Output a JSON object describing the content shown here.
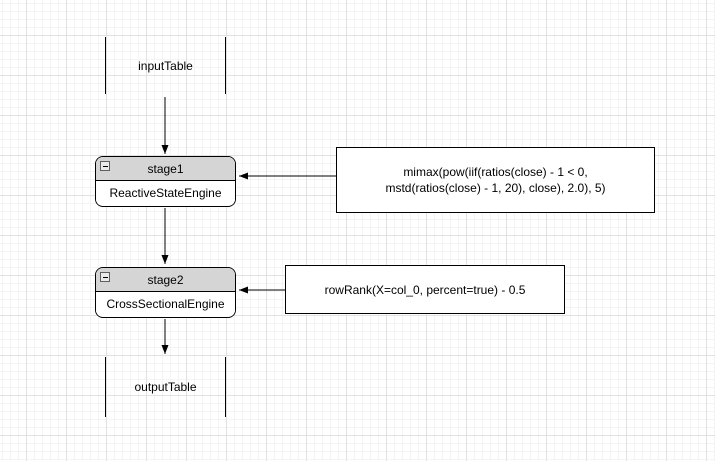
{
  "canvas": {
    "background": "#ffffff",
    "grid_minor_color": "#f4f4f4",
    "grid_major_color": "#e2e2e2"
  },
  "colors": {
    "stroke": "#000000",
    "node_header_fill": "#d5d5d5",
    "node_body_fill": "#ffffff",
    "text": "#000000"
  },
  "icons": {
    "collapse_icon": "minus-square"
  },
  "nodes": {
    "input_table": {
      "label": "inputTable"
    },
    "stage1": {
      "title": "stage1",
      "engine": "ReactiveStateEngine"
    },
    "stage2": {
      "title": "stage2",
      "engine": "CrossSectionalEngine"
    },
    "output_table": {
      "label": "outputTable"
    }
  },
  "annotations": {
    "stage1_formula": {
      "lines": [
        "mimax(pow(iif(ratios(close) - 1 < 0,",
        "mstd(ratios(close) - 1, 20), close), 2.0), 5)"
      ]
    },
    "stage2_formula": {
      "text": "rowRank(X=col_0, percent=true) - 0.5"
    }
  }
}
